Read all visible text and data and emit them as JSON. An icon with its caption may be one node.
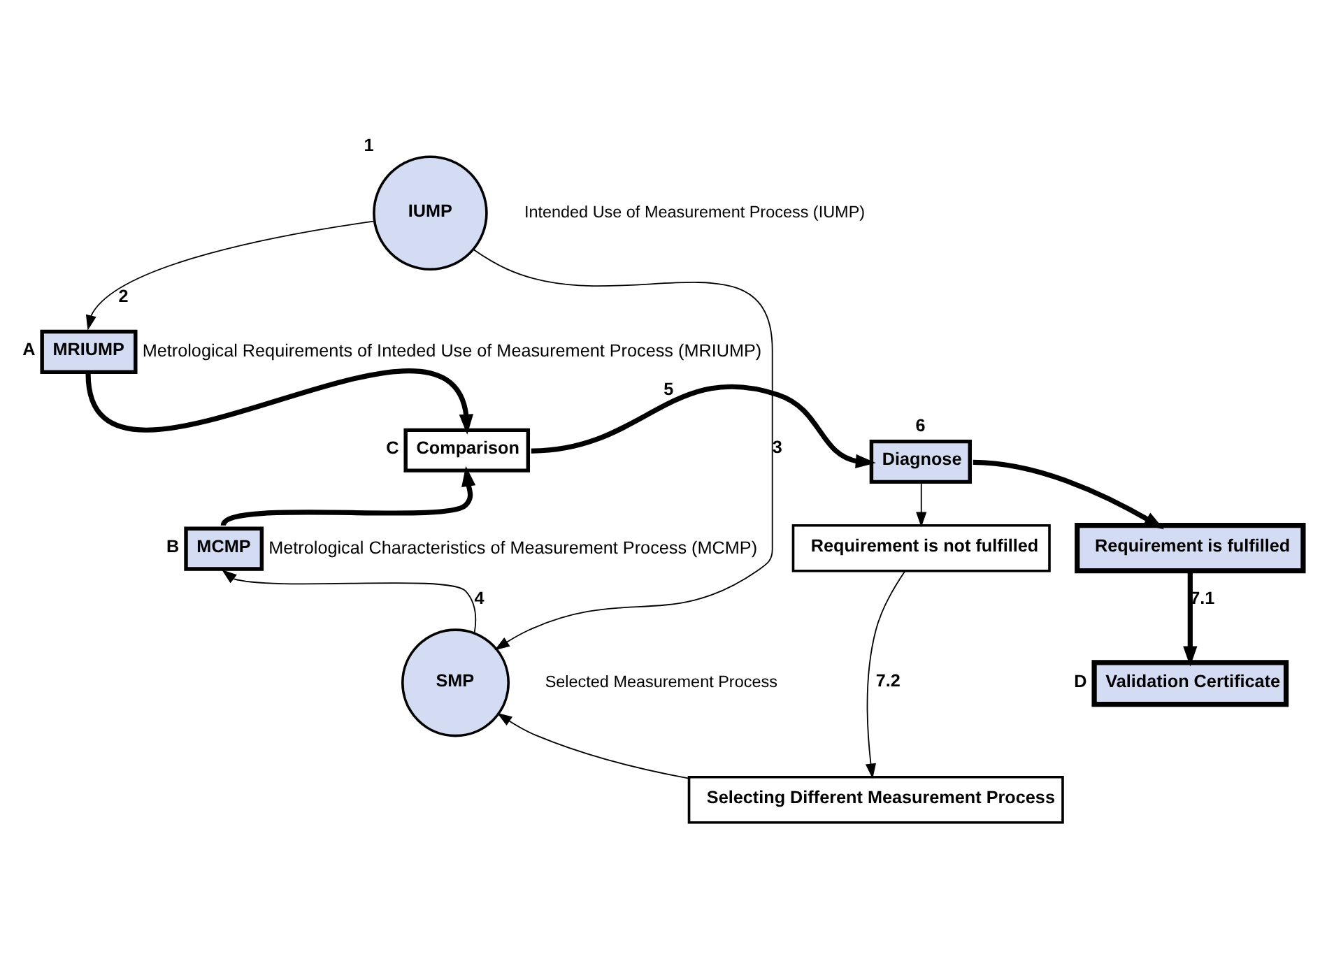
{
  "diagram": {
    "nodes": [
      {
        "text": [
          "IUMP"
        ],
        "beside": [
          "1",
          "Intended Use of Measurement Process (IUMP)"
        ]
      },
      {
        "text": [
          "MRIUMP"
        ],
        "beside": [
          "A",
          "Metrological Requirements of Inteded Use of Measurement Process (MRIUMP)"
        ]
      },
      {
        "text": [
          "Comparison"
        ],
        "beside": [
          "C"
        ]
      },
      {
        "text": [
          "Diagnose"
        ],
        "beside": [
          "6"
        ]
      },
      {
        "text": [
          "MCMP"
        ],
        "beside": [
          "B",
          "Metrological Characteristics of Measurement Process (MCMP)"
        ]
      },
      {
        "text": [
          "SMP"
        ],
        "beside": [
          "Selected Measurement Process"
        ]
      },
      {
        "text": [
          "Requirement is not fulfilled"
        ]
      },
      {
        "text": [
          "Requirement is fulfilled"
        ]
      },
      {
        "text": [
          "Selecting Different Measurement Process"
        ]
      },
      {
        "text": [
          "Validation Certificate"
        ],
        "beside": [
          "D"
        ]
      }
    ],
    "edges": [
      {
        "from": 0,
        "to": 1,
        "arrow": "to",
        "label": "2"
      },
      {
        "from": 1,
        "to": 2,
        "arrow": "to",
        "style": "thick"
      },
      {
        "from": 4,
        "to": 2,
        "arrow": "to",
        "style": "thick"
      },
      {
        "from": 2,
        "to": 3,
        "arrow": "to",
        "style": "thick",
        "label": "5"
      },
      {
        "from": 3,
        "to": 7,
        "arrow": "to",
        "style": "thick"
      },
      {
        "from": 3,
        "to": 6,
        "arrow": "to"
      },
      {
        "from": 7,
        "to": 9,
        "arrow": "to",
        "style": "thick",
        "label": "7.1"
      },
      {
        "from": 6,
        "to": 8,
        "arrow": "to",
        "label": "7.2"
      },
      {
        "from": 8,
        "to": 5,
        "arrow": "to"
      },
      {
        "from": 0,
        "to": 5,
        "arrow": "to",
        "label": "3"
      },
      {
        "from": 5,
        "to": 4,
        "arrow": "to",
        "label": "4"
      }
    ]
  }
}
